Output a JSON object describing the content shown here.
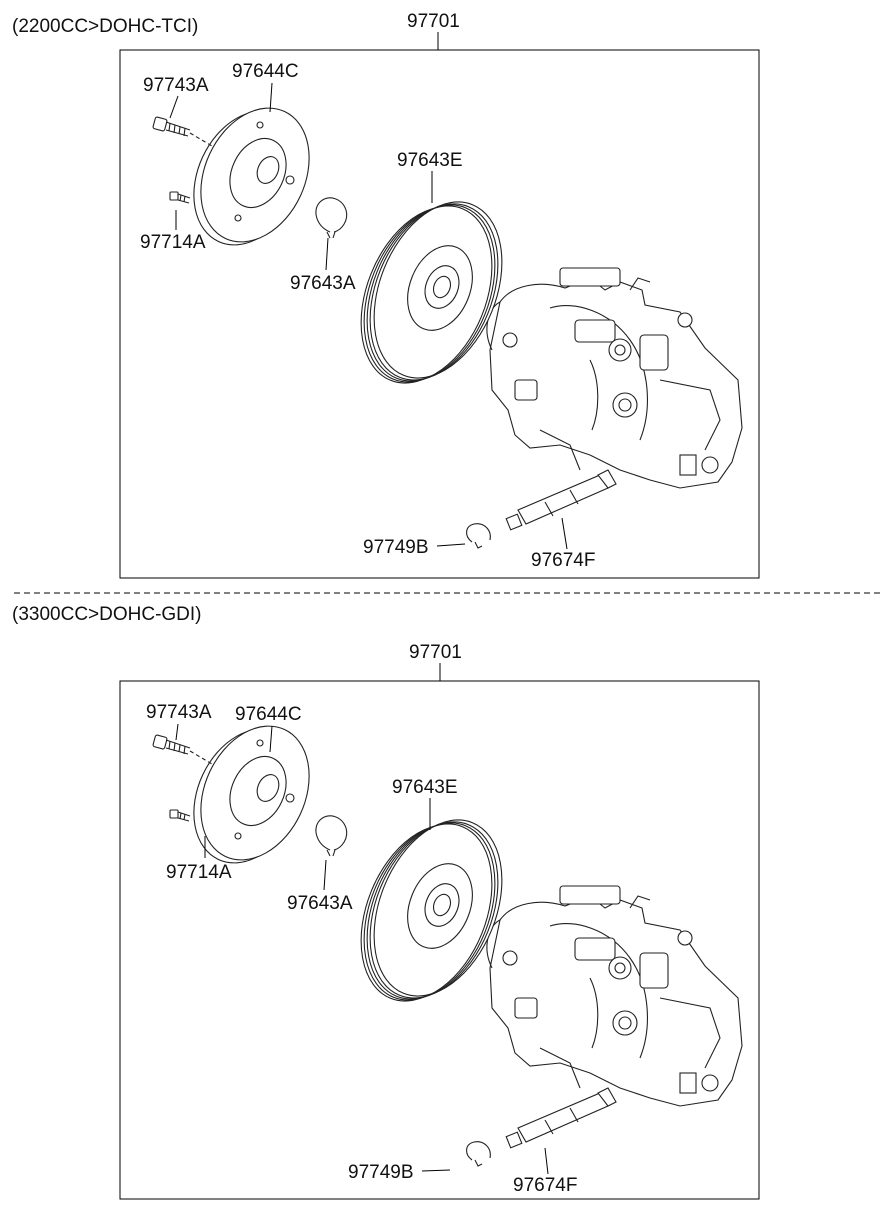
{
  "sections": [
    {
      "variant": "(2200CC>DOHC-TCI)",
      "assembly": "97701",
      "parts": {
        "bolt": "97743A",
        "clutch_hub": "97644C",
        "small_bolt": "97714A",
        "pulley": "97643E",
        "snap_ring": "97643A",
        "o_ring": "97749B",
        "valve": "97674F"
      }
    },
    {
      "variant": "(3300CC>DOHC-GDI)",
      "assembly": "97701",
      "parts": {
        "bolt": "97743A",
        "clutch_hub": "97644C",
        "small_bolt": "97714A",
        "pulley": "97643E",
        "snap_ring": "97643A",
        "o_ring": "97749B",
        "valve": "97674F"
      }
    }
  ]
}
